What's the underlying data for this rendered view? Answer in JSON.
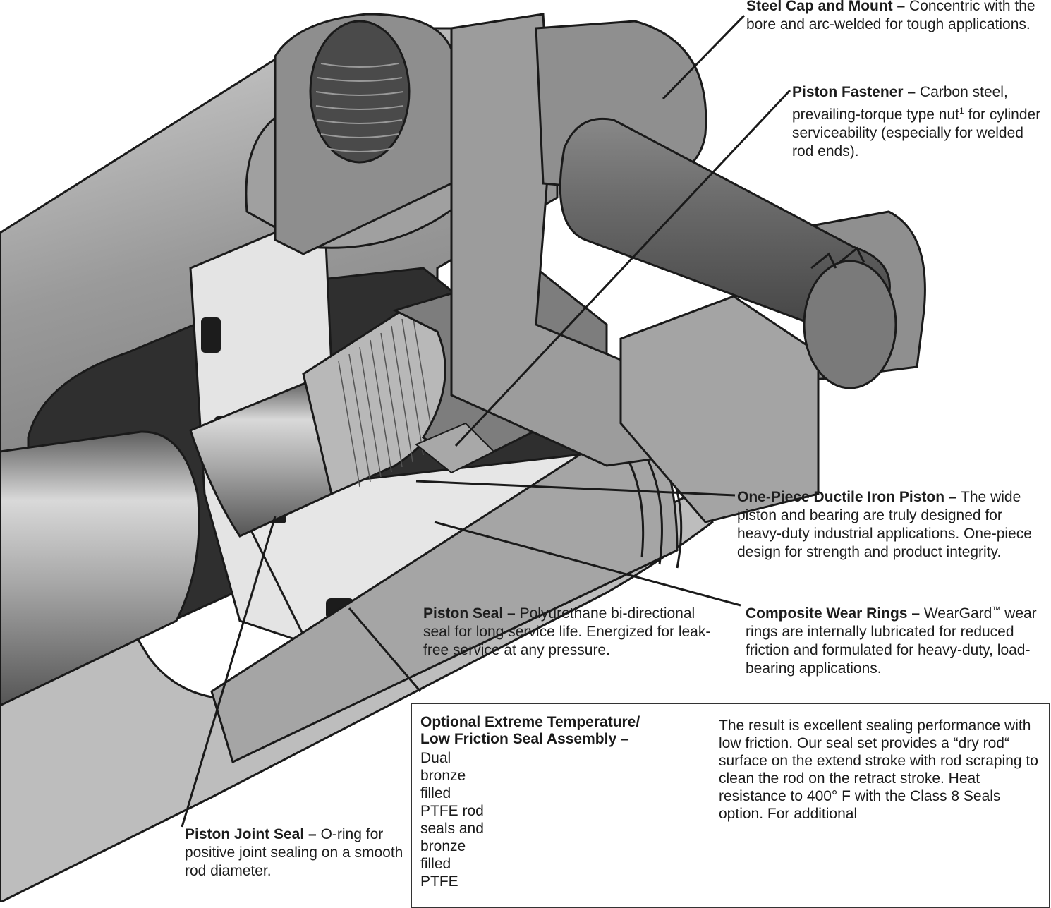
{
  "callouts": {
    "steel_cap": {
      "title": "Steel Cap and Mount –",
      "text": "Concentric with the bore and arc-welded for tough applications."
    },
    "piston_fastener": {
      "title": "Piston Fastener –",
      "text_before": "Carbon steel, prevailing-torque type nut",
      "sup": "1",
      "text_after": " for cylinder serviceability (especially for welded rod ends)."
    },
    "piston": {
      "title": "One-Piece Ductile Iron Piston –",
      "text": "The wide piston and bearing are truly designed for heavy-duty industrial applications. One-piece design for strength and product integrity."
    },
    "wear_rings": {
      "title": "Composite Wear Rings –",
      "text_before": "WearGard",
      "tm": "™",
      "text_after": " wear rings are internally lubricated for reduced friction and formulated for heavy-duty, load-bearing applications."
    },
    "piston_seal": {
      "title": "Piston Seal –",
      "text": "Polyurethane bi-directional seal for long service life. Energized for leak-free service at any pressure."
    },
    "joint_seal": {
      "title": "Piston Joint Seal –",
      "text": "O-ring for positive joint sealing on a smooth rod diameter."
    }
  },
  "option_box": {
    "title": "Optional Extreme Temperature/ Low Friction Seal Assembly –",
    "left_text": "Dual bronze filled PTFE rod seals and bronze filled PTFE",
    "right_text": "The result is excellent sealing performance with low friction. Our seal set provides a “dry rod“ surface on the extend stroke with rod scraping to clean the rod on the retract stroke. Heat resistance to 400° F with the Class 8 Seals option. For additional"
  }
}
